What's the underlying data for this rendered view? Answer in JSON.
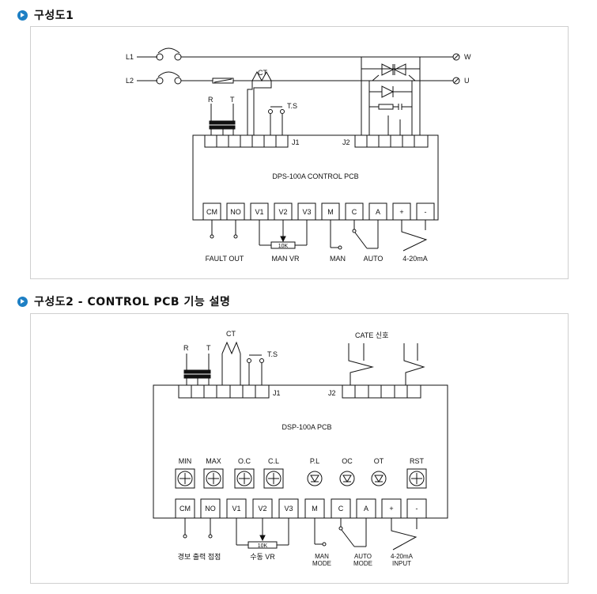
{
  "section1": {
    "title": "구성도1"
  },
  "section2": {
    "title": "구성도2 - CONTROL PCB 기능 설명"
  },
  "diagram1": {
    "line_l1": "L1",
    "line_l2": "L2",
    "out_w": "W",
    "out_u": "U",
    "ct": "CT",
    "r": "R",
    "t": "T",
    "ts": "T.S",
    "j1": "J1",
    "j2": "J2",
    "pcb": "DPS-100A CONTROL PCB",
    "terminals": [
      "CM",
      "NO",
      "V1",
      "V2",
      "V3",
      "M",
      "C",
      "A",
      "+",
      "-"
    ],
    "vr_value": "10K",
    "labels": {
      "fault_out": "FAULT OUT",
      "man_vr": "MAN VR",
      "man": "MAN",
      "auto": "AUTO",
      "input": "4-20mA"
    }
  },
  "diagram2": {
    "ct": "CT",
    "r": "R",
    "t": "T",
    "ts": "T.S",
    "gate": "CATE 신호",
    "j1": "J1",
    "j2": "J2",
    "pcb": "DSP-100A PCB",
    "controls": [
      "MIN",
      "MAX",
      "O.C",
      "C.L",
      "P.L",
      "OC",
      "OT",
      "RST"
    ],
    "terminals": [
      "CM",
      "NO",
      "V1",
      "V2",
      "V3",
      "M",
      "C",
      "A",
      "+",
      "-"
    ],
    "vr_value": "10K",
    "labels": {
      "alarm": "경보 출력 접점",
      "manual_vr": "수동 VR",
      "man_mode_1": "MAN",
      "man_mode_2": "MODE",
      "auto_mode_1": "AUTO",
      "auto_mode_2": "MODE",
      "input_1": "4-20mA",
      "input_2": "INPUT"
    }
  }
}
